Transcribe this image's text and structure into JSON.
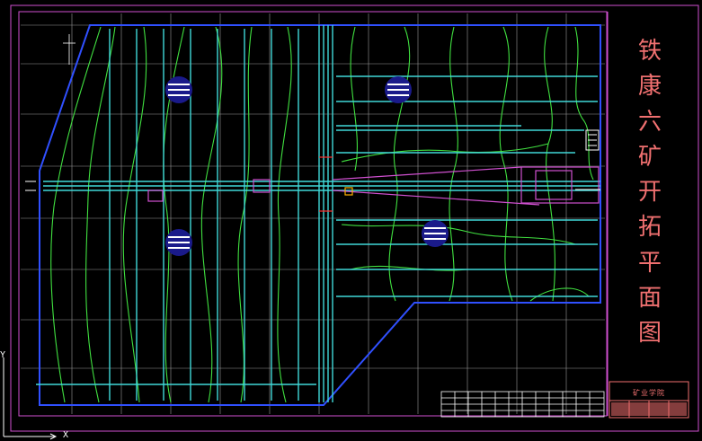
{
  "drawing_title_chars": [
    "铁",
    "康",
    "六",
    "矿",
    "开",
    "拓",
    "平",
    "面",
    "图"
  ],
  "institute": "矿业学院",
  "ucs": {
    "x_label": "X",
    "y_label": "Y"
  },
  "colors": {
    "background": "#000000",
    "frame": "#d050d0",
    "grid": "#9a9a9a",
    "boundary": "#3050ff",
    "contour": "#40e040",
    "roadway": "#40d8d8",
    "title": "#f07070",
    "block_label": "#ffffff"
  }
}
